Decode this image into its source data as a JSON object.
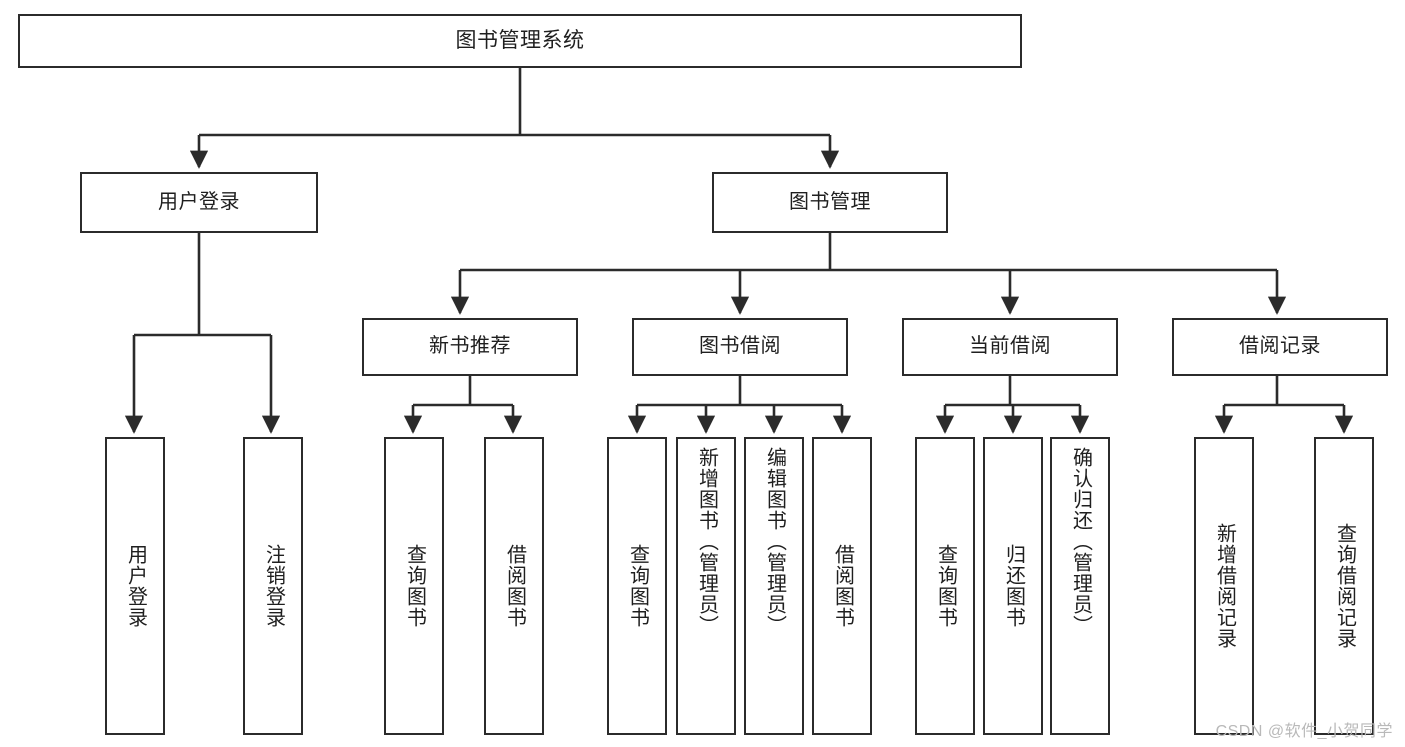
{
  "diagram": {
    "title": "图书管理系统",
    "type": "tree-hierarchy",
    "watermark": "CSDN @软件_小贺同学",
    "colors": {
      "box_border": "#2b2b2b",
      "box_fill": "#ffffff",
      "text": "#1f1f1f",
      "edge": "#2b2b2b",
      "watermark": "#b9b9b9"
    },
    "nodes": {
      "root": {
        "label": "图书管理系统"
      },
      "level1": [
        {
          "id": "user-login",
          "label": "用户登录"
        },
        {
          "id": "book-manage",
          "label": "图书管理"
        }
      ],
      "level2": [
        {
          "id": "new-book-rec",
          "label": "新书推荐"
        },
        {
          "id": "book-borrow",
          "label": "图书借阅"
        },
        {
          "id": "current-borrow",
          "label": "当前借阅"
        },
        {
          "id": "borrow-record",
          "label": "借阅记录"
        }
      ],
      "leaves": {
        "user_login": [
          {
            "id": "leaf-user-login",
            "label": "用户登录"
          },
          {
            "id": "leaf-logout",
            "label": "注销登录"
          }
        ],
        "new_book_rec": [
          {
            "id": "leaf-query-book-1",
            "label": "查询图书"
          },
          {
            "id": "leaf-borrow-book-1",
            "label": "借阅图书"
          }
        ],
        "book_borrow": [
          {
            "id": "leaf-query-book-2",
            "label": "查询图书"
          },
          {
            "id": "leaf-add-book",
            "label": "新增图书（管理员）"
          },
          {
            "id": "leaf-edit-book",
            "label": "编辑图书（管理员）"
          },
          {
            "id": "leaf-borrow-book-2",
            "label": "借阅图书"
          }
        ],
        "current_borrow": [
          {
            "id": "leaf-query-book-3",
            "label": "查询图书"
          },
          {
            "id": "leaf-return-book",
            "label": "归还图书"
          },
          {
            "id": "leaf-confirm-return",
            "label": "确认归还（管理员）"
          }
        ],
        "borrow_record": [
          {
            "id": "leaf-add-record",
            "label": "新增借阅记录"
          },
          {
            "id": "leaf-query-record",
            "label": "查询借阅记录"
          }
        ]
      }
    }
  }
}
